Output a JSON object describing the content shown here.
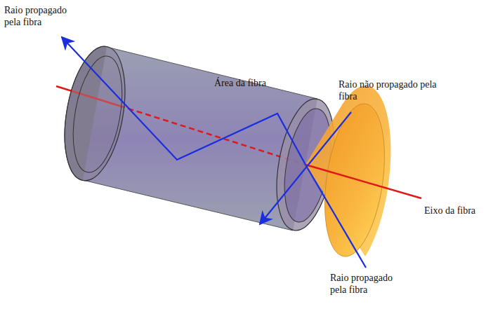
{
  "diagram": {
    "labels": [
      "Raio propagado pela fibra",
      "Área da fibra",
      "Raio não propagado pela fibra",
      "Eixo da fibra",
      "Raio propagado pela fibra"
    ]
  }
}
